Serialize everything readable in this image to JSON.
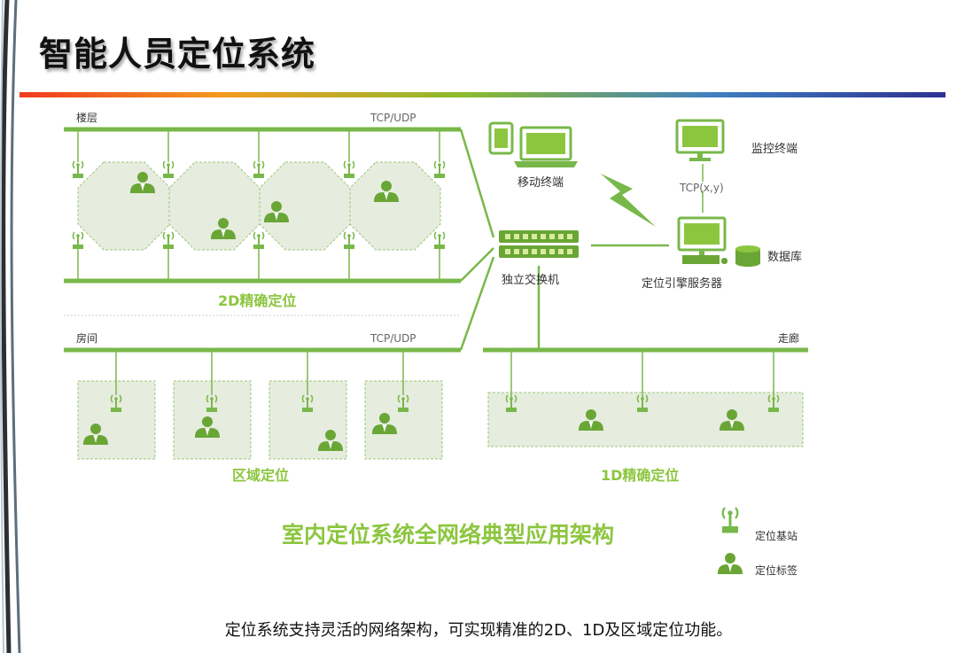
{
  "title": "智能人员定位系统",
  "labels": {
    "floor": "楼层",
    "tcp_udp_top": "TCP/UDP",
    "room": "房间",
    "tcp_udp_mid": "TCP/UDP",
    "corridor": "走廊",
    "mobile_terminal": "移动终端",
    "monitor_terminal": "监控终端",
    "tcp_xy": "TCP(x,y)",
    "switch": "独立交换机",
    "server": "定位引擎服务器",
    "database": "数据库",
    "section_2d": "2D精确定位",
    "section_zone": "区域定位",
    "section_1d": "1D精确定位",
    "main_caption": "室内定位系统全网络典型应用架构",
    "legend_station": "定位基站",
    "legend_tag": "定位标签"
  },
  "caption": "定位系统支持灵活的网络架构，可实现精准的2D、1D及区域定位功能。",
  "colors": {
    "green": "#78b84a",
    "light_green_fill": "#e6ecde",
    "heading_green": "#8cc63f",
    "gradient": [
      "#ef3b1e",
      "#f39a1f",
      "#8cbc2e",
      "#3f7fc2",
      "#2e3192"
    ]
  },
  "icons": [
    "base-station-icon",
    "person-tag-icon",
    "tablet-icon",
    "laptop-icon",
    "monitor-icon",
    "switch-icon",
    "lightning-icon",
    "server-icon",
    "database-icon"
  ]
}
